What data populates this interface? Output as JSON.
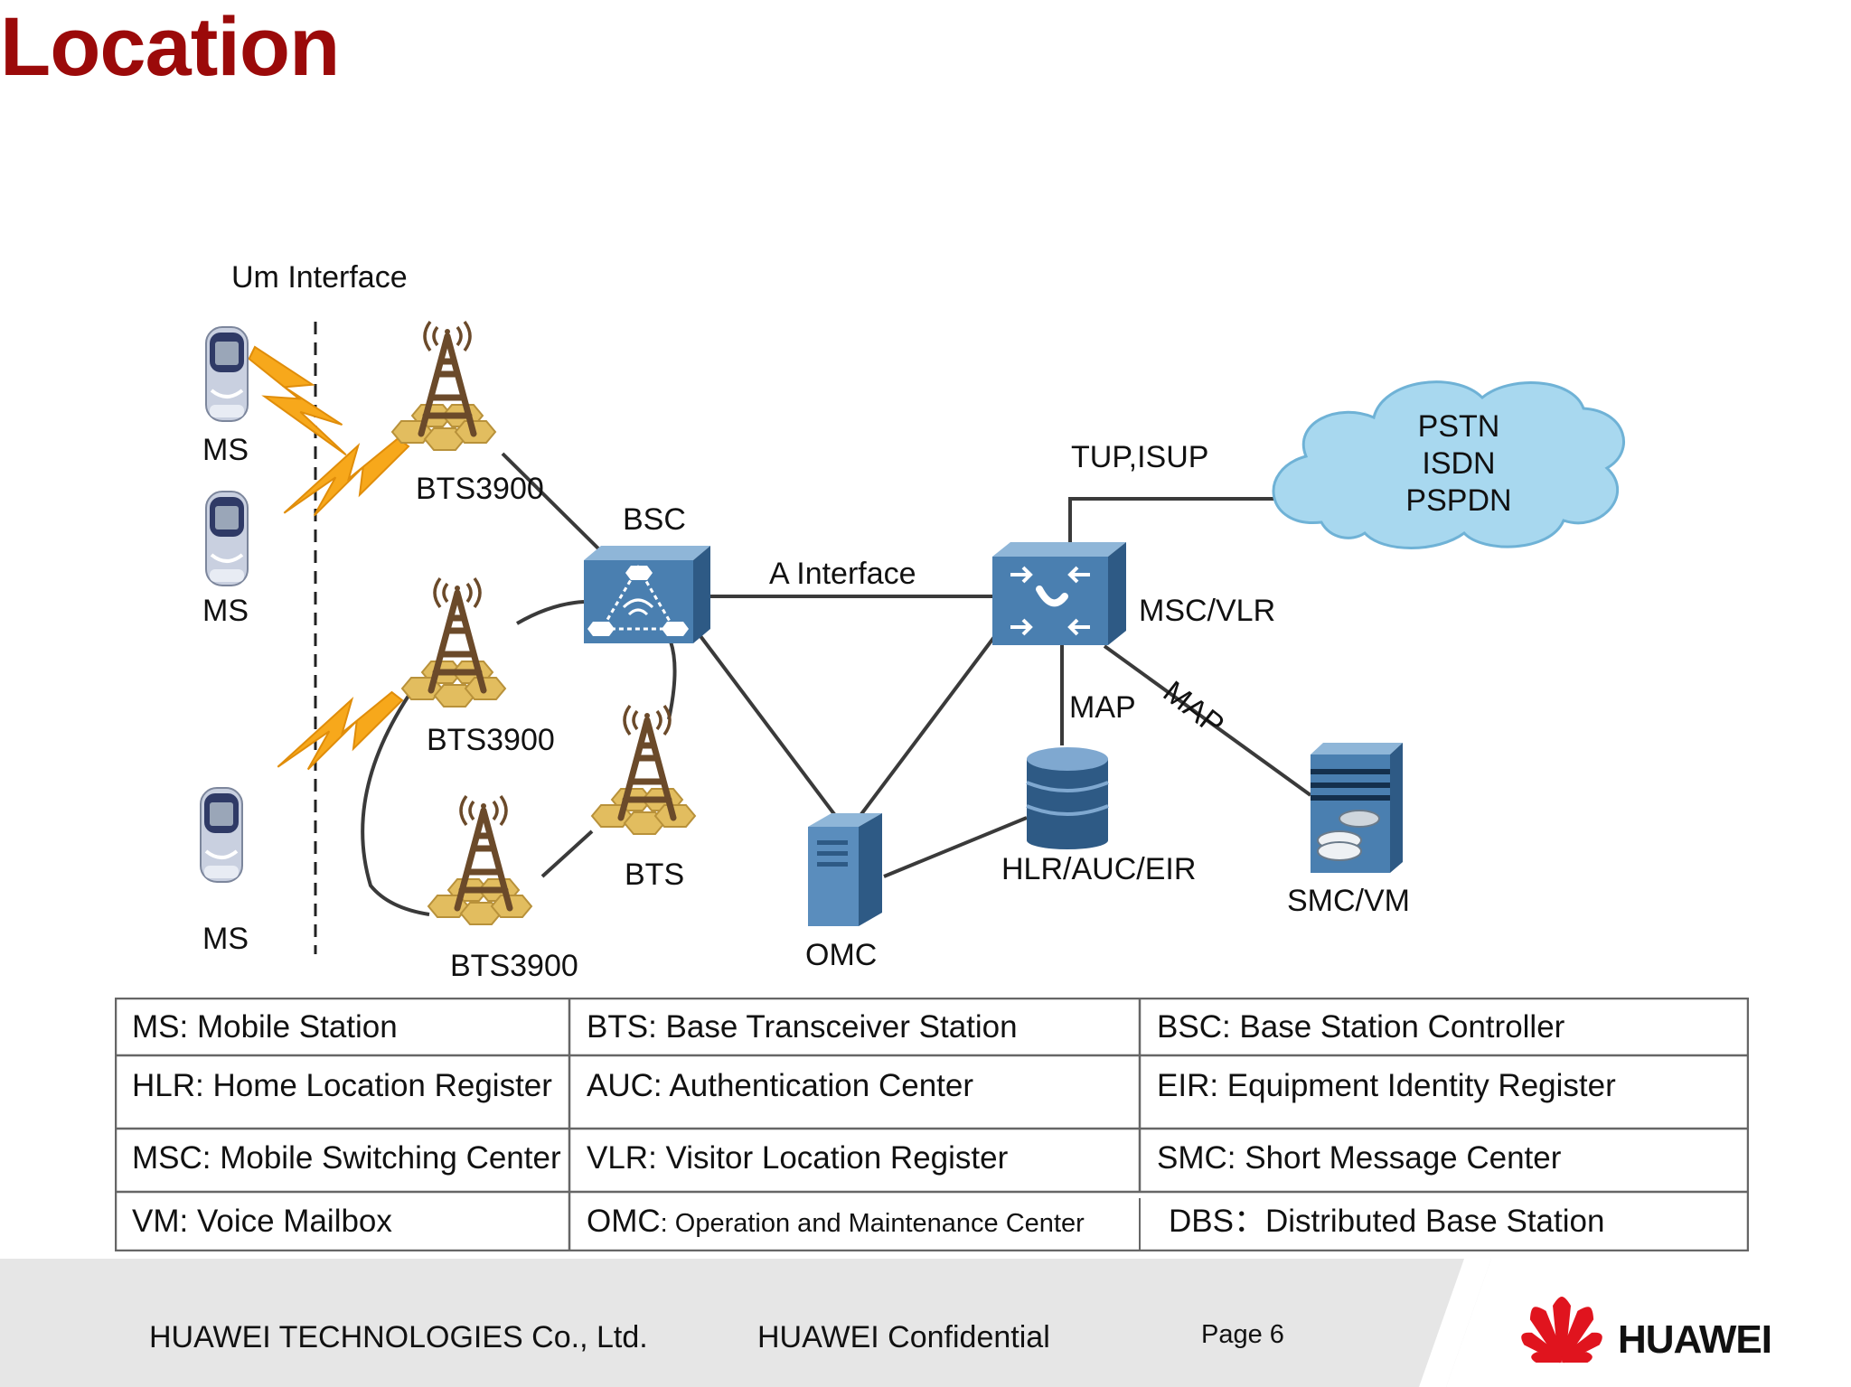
{
  "title": "Location",
  "colors": {
    "title": "#9b0a0a",
    "lightning": "#f7a81b",
    "device_blue": "#4a7fb0",
    "tower_gold": "#e2bd5f",
    "cloud": "#a8d8ef"
  },
  "diagram": {
    "labels": {
      "um_interface": "Um Interface",
      "ms_1": "MS",
      "ms_2": "MS",
      "ms_3": "MS",
      "bts_1": "BTS3900",
      "bts_2": "BTS3900",
      "bts_3": "BTS3900",
      "bts_4": "BTS",
      "bsc": "BSC",
      "a_interface": "A Interface",
      "msc_vlr": "MSC/VLR",
      "tup_isup": "TUP,ISUP",
      "map_1": "MAP",
      "map_2": "MAP",
      "hlr": "HLR/AUC/EIR",
      "smc": "SMC/VM",
      "omc": "OMC",
      "cloud_lines": [
        "PSTN",
        "ISDN",
        "PSPDN"
      ]
    },
    "icons": [
      "mobile-phone-icon",
      "bts-tower-icon",
      "bsc-switch-icon",
      "msc-switch-icon",
      "database-icon",
      "server-icon",
      "storage-server-icon",
      "cloud-icon",
      "lightning-icon"
    ]
  },
  "legend": {
    "rows": [
      [
        "MS: Mobile Station",
        "BTS: Base Transceiver Station",
        "BSC: Base Station Controller"
      ],
      [
        "HLR: Home Location Register",
        "AUC: Authentication Center",
        "EIR: Equipment Identity Register"
      ],
      [
        "MSC: Mobile Switching Center",
        "VLR: Visitor Location Register",
        "SMC: Short  Message Center"
      ],
      [
        "VM: Voice Mailbox",
        "",
        "DBS：Distributed Base Station"
      ]
    ],
    "omc_prefix": "OMC",
    "omc_rest": ": Operation and Maintenance Center"
  },
  "footer": {
    "company": "HUAWEI TECHNOLOGIES Co., Ltd.",
    "confidential": "HUAWEI Confidential",
    "page": "Page 6",
    "logo_text": "HUAWEI"
  }
}
